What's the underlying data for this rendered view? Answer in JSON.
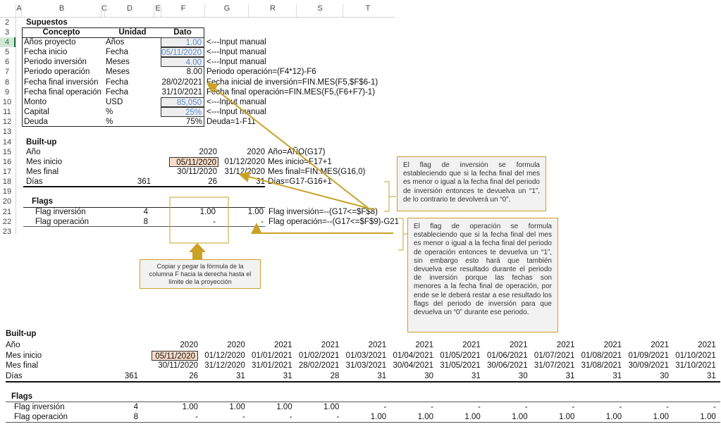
{
  "columns": [
    "A",
    "B",
    "C",
    "D",
    "E",
    "F",
    "G",
    "R",
    "S",
    "T"
  ],
  "supuestos": {
    "title": "Supuestos",
    "headers": [
      "Concepto",
      "Unidad",
      "Dato"
    ],
    "rows": [
      {
        "row": "4",
        "concepto": "Años proyecto",
        "unidad": "Años",
        "dato": "1.00",
        "input": true,
        "note": "<---Input manual"
      },
      {
        "row": "5",
        "concepto": "Fecha inicio",
        "unidad": "Fecha",
        "dato": "05/11/2020",
        "input": true,
        "note": "<---Input manual"
      },
      {
        "row": "6",
        "concepto": "Periodo inversión",
        "unidad": "Meses",
        "dato": "4.00",
        "input": true,
        "note": "<---Input manual"
      },
      {
        "row": "7",
        "concepto": "Periodo operación",
        "unidad": "Meses",
        "dato": "8.00",
        "input": false,
        "note": "Periodo operación=(F4*12)-F6"
      },
      {
        "row": "8",
        "concepto": "Fecha final inversión",
        "unidad": "Fecha",
        "dato": "28/02/2021",
        "input": false,
        "note": "Fecha inicial de inversión=FIN.MES(F5,$F$6-1)"
      },
      {
        "row": "9",
        "concepto": "Fecha final operación",
        "unidad": "Fecha",
        "dato": "31/10/2021",
        "input": false,
        "note": "Fecha final operación=FIN.MES(F5,(F6+F7)-1)"
      },
      {
        "row": "10",
        "concepto": "Monto",
        "unidad": "USD",
        "dato": "85,050",
        "input": true,
        "note": "<---Input manual"
      },
      {
        "row": "11",
        "concepto": "Capital",
        "unidad": "%",
        "dato": "25%",
        "input": true,
        "note": "<---Input manual"
      },
      {
        "row": "12",
        "concepto": "Deuda",
        "unidad": "%",
        "dato": "75%",
        "input": false,
        "note": "Deuda=1-F11"
      }
    ]
  },
  "builtup_top": {
    "title": "Built-up",
    "rows": [
      {
        "row": "15",
        "label": "Año",
        "d": "",
        "f": "2020",
        "g": "2020",
        "note": "Año=AÑO(G17)"
      },
      {
        "row": "16",
        "label": "Mes inicio",
        "d": "",
        "f": "05/11/2020",
        "g": "01/12/2020",
        "note": "Mes inicio=F17+1"
      },
      {
        "row": "17",
        "label": "Mes final",
        "d": "",
        "f": "30/11/2020",
        "g": "31/12/2020",
        "note": "Mes final=FIN.MES(G16,0)"
      },
      {
        "row": "18",
        "label": "Días",
        "d": "361",
        "f": "26",
        "g": "31",
        "note": "Días=G17-G16+1"
      }
    ],
    "flags_title": "Flags",
    "flags": [
      {
        "row": "21",
        "label": "Flag inversión",
        "d": "4",
        "f": "1.00",
        "g": "1.00",
        "note": "Flag inversión=--(G17<=$F$8)"
      },
      {
        "row": "22",
        "label": "Flag operación",
        "d": "8",
        "f": "-",
        "g": "-",
        "note": "Flag operación=--(G17<=$F$9)-G21"
      }
    ],
    "other_rows": [
      "2",
      "3",
      "13",
      "14",
      "19",
      "20",
      "23"
    ]
  },
  "notes": {
    "flag_inversion": "El flag de inversión se formula estableciendo que si la fecha final del mes es menor o igual a la fecha final del periodo de inversión entonces te devuelva un “1”, de lo contrario te devolverá un “0”.",
    "flag_operacion": "El flag de operación se formula estableciendo que si la fecha final del mes es menor o igual a la fecha final del periodo de operación entonces te devuelva un “1”, sin embargo esto hará que también devuelva ese resultado durante el periodo de inversión porque las fechas son menores a la fecha final de operación, por ende se le deberá restar a ese resultado los flags del periodo de inversión para que devuelva un “0” durante ese periodo.",
    "copiar": "Copiar y pegar la fórmula de la columna F hacia la derecha hasta el límite de la proyección"
  },
  "builtup_full": {
    "title": "Built-up",
    "labels": {
      "ano": "Año",
      "inicio": "Mes inicio",
      "final": "Mes final",
      "dias": "Días",
      "flags": "Flags",
      "inv": "Flag inversión",
      "op": "Flag operación"
    },
    "totals": {
      "dias": "361",
      "inv": "4",
      "op": "8"
    },
    "ano": [
      "2020",
      "2020",
      "2021",
      "2021",
      "2021",
      "2021",
      "2021",
      "2021",
      "2021",
      "2021",
      "2021",
      "2021"
    ],
    "inicio": [
      "05/11/2020",
      "01/12/2020",
      "01/01/2021",
      "01/02/2021",
      "01/03/2021",
      "01/04/2021",
      "01/05/2021",
      "01/06/2021",
      "01/07/2021",
      "01/08/2021",
      "01/09/2021",
      "01/10/2021"
    ],
    "final": [
      "30/11/2020",
      "31/12/2020",
      "31/01/2021",
      "28/02/2021",
      "31/03/2021",
      "30/04/2021",
      "31/05/2021",
      "30/06/2021",
      "31/07/2021",
      "31/08/2021",
      "30/09/2021",
      "31/10/2021"
    ],
    "dias": [
      "26",
      "31",
      "31",
      "28",
      "31",
      "30",
      "31",
      "30",
      "31",
      "31",
      "30",
      "31"
    ],
    "inv": [
      "1.00",
      "1.00",
      "1.00",
      "1.00",
      "-",
      "-",
      "-",
      "-",
      "-",
      "-",
      "-",
      "-"
    ],
    "op": [
      "-",
      "-",
      "-",
      "-",
      "1.00",
      "1.00",
      "1.00",
      "1.00",
      "1.00",
      "1.00",
      "1.00",
      "1.00"
    ]
  },
  "colors": {
    "accent": "#c9a227",
    "input_blue": "#5b8bd0",
    "selected_fill": "#f9dcc9"
  }
}
